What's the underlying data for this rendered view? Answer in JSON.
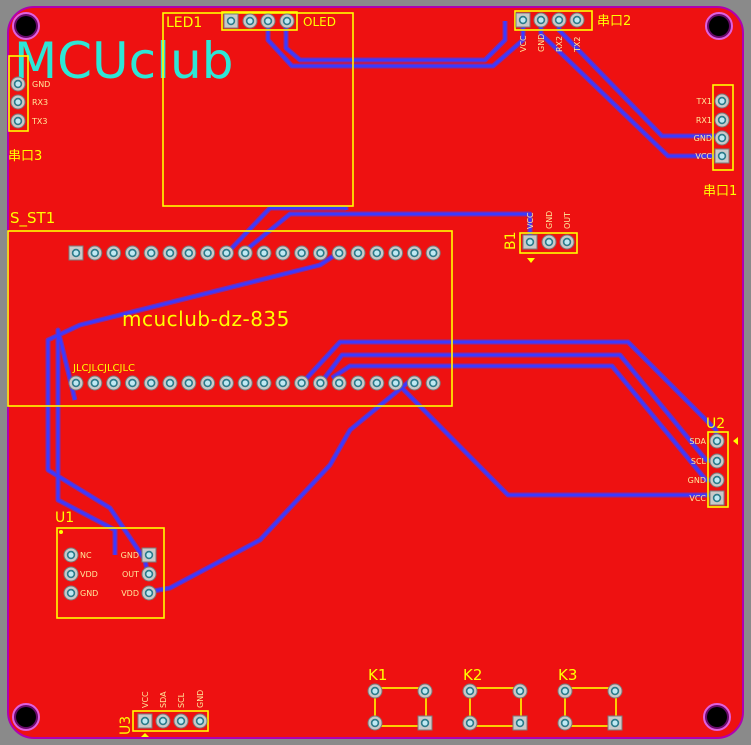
{
  "board": {
    "logo": "MCUclub",
    "model_text": "mcuclub-dz-835",
    "colors": {
      "background": "#8a8a8a",
      "copper": "#ee1111",
      "silk": "#ffff00",
      "trace": "#3a3aff",
      "logo": "#2ee6d6"
    }
  },
  "components": {
    "led1": {
      "ref": "LED1",
      "label": "OLED"
    },
    "chuankou2": {
      "ref": "串口2",
      "pins": [
        "VCC",
        "GND",
        "RX2",
        "TX2"
      ]
    },
    "chuankou3": {
      "ref": "串口3",
      "pins": [
        "GND",
        "RX3",
        "TX3"
      ]
    },
    "chuankou1": {
      "ref": "串口1",
      "pins": [
        "TX1",
        "RX1",
        "GND",
        "VCC"
      ]
    },
    "s_st1": {
      "ref": "S_ST1",
      "silk_text": "JLCJLCJLCJLC"
    },
    "b1": {
      "ref": "B1",
      "pins": [
        "VCC",
        "GND",
        "OUT"
      ]
    },
    "u1": {
      "ref": "U1",
      "left_pins": [
        "NC",
        "VDD",
        "GND"
      ],
      "right_pins": [
        "GND",
        "OUT",
        "VDD"
      ]
    },
    "u2": {
      "ref": "U2",
      "pins": [
        "SDA",
        "SCL",
        "GND",
        "VCC"
      ]
    },
    "u3": {
      "ref": "U3",
      "pins": [
        "VCC",
        "SDA",
        "SCL",
        "GND"
      ]
    },
    "keys": [
      "K1",
      "K2",
      "K3"
    ]
  }
}
